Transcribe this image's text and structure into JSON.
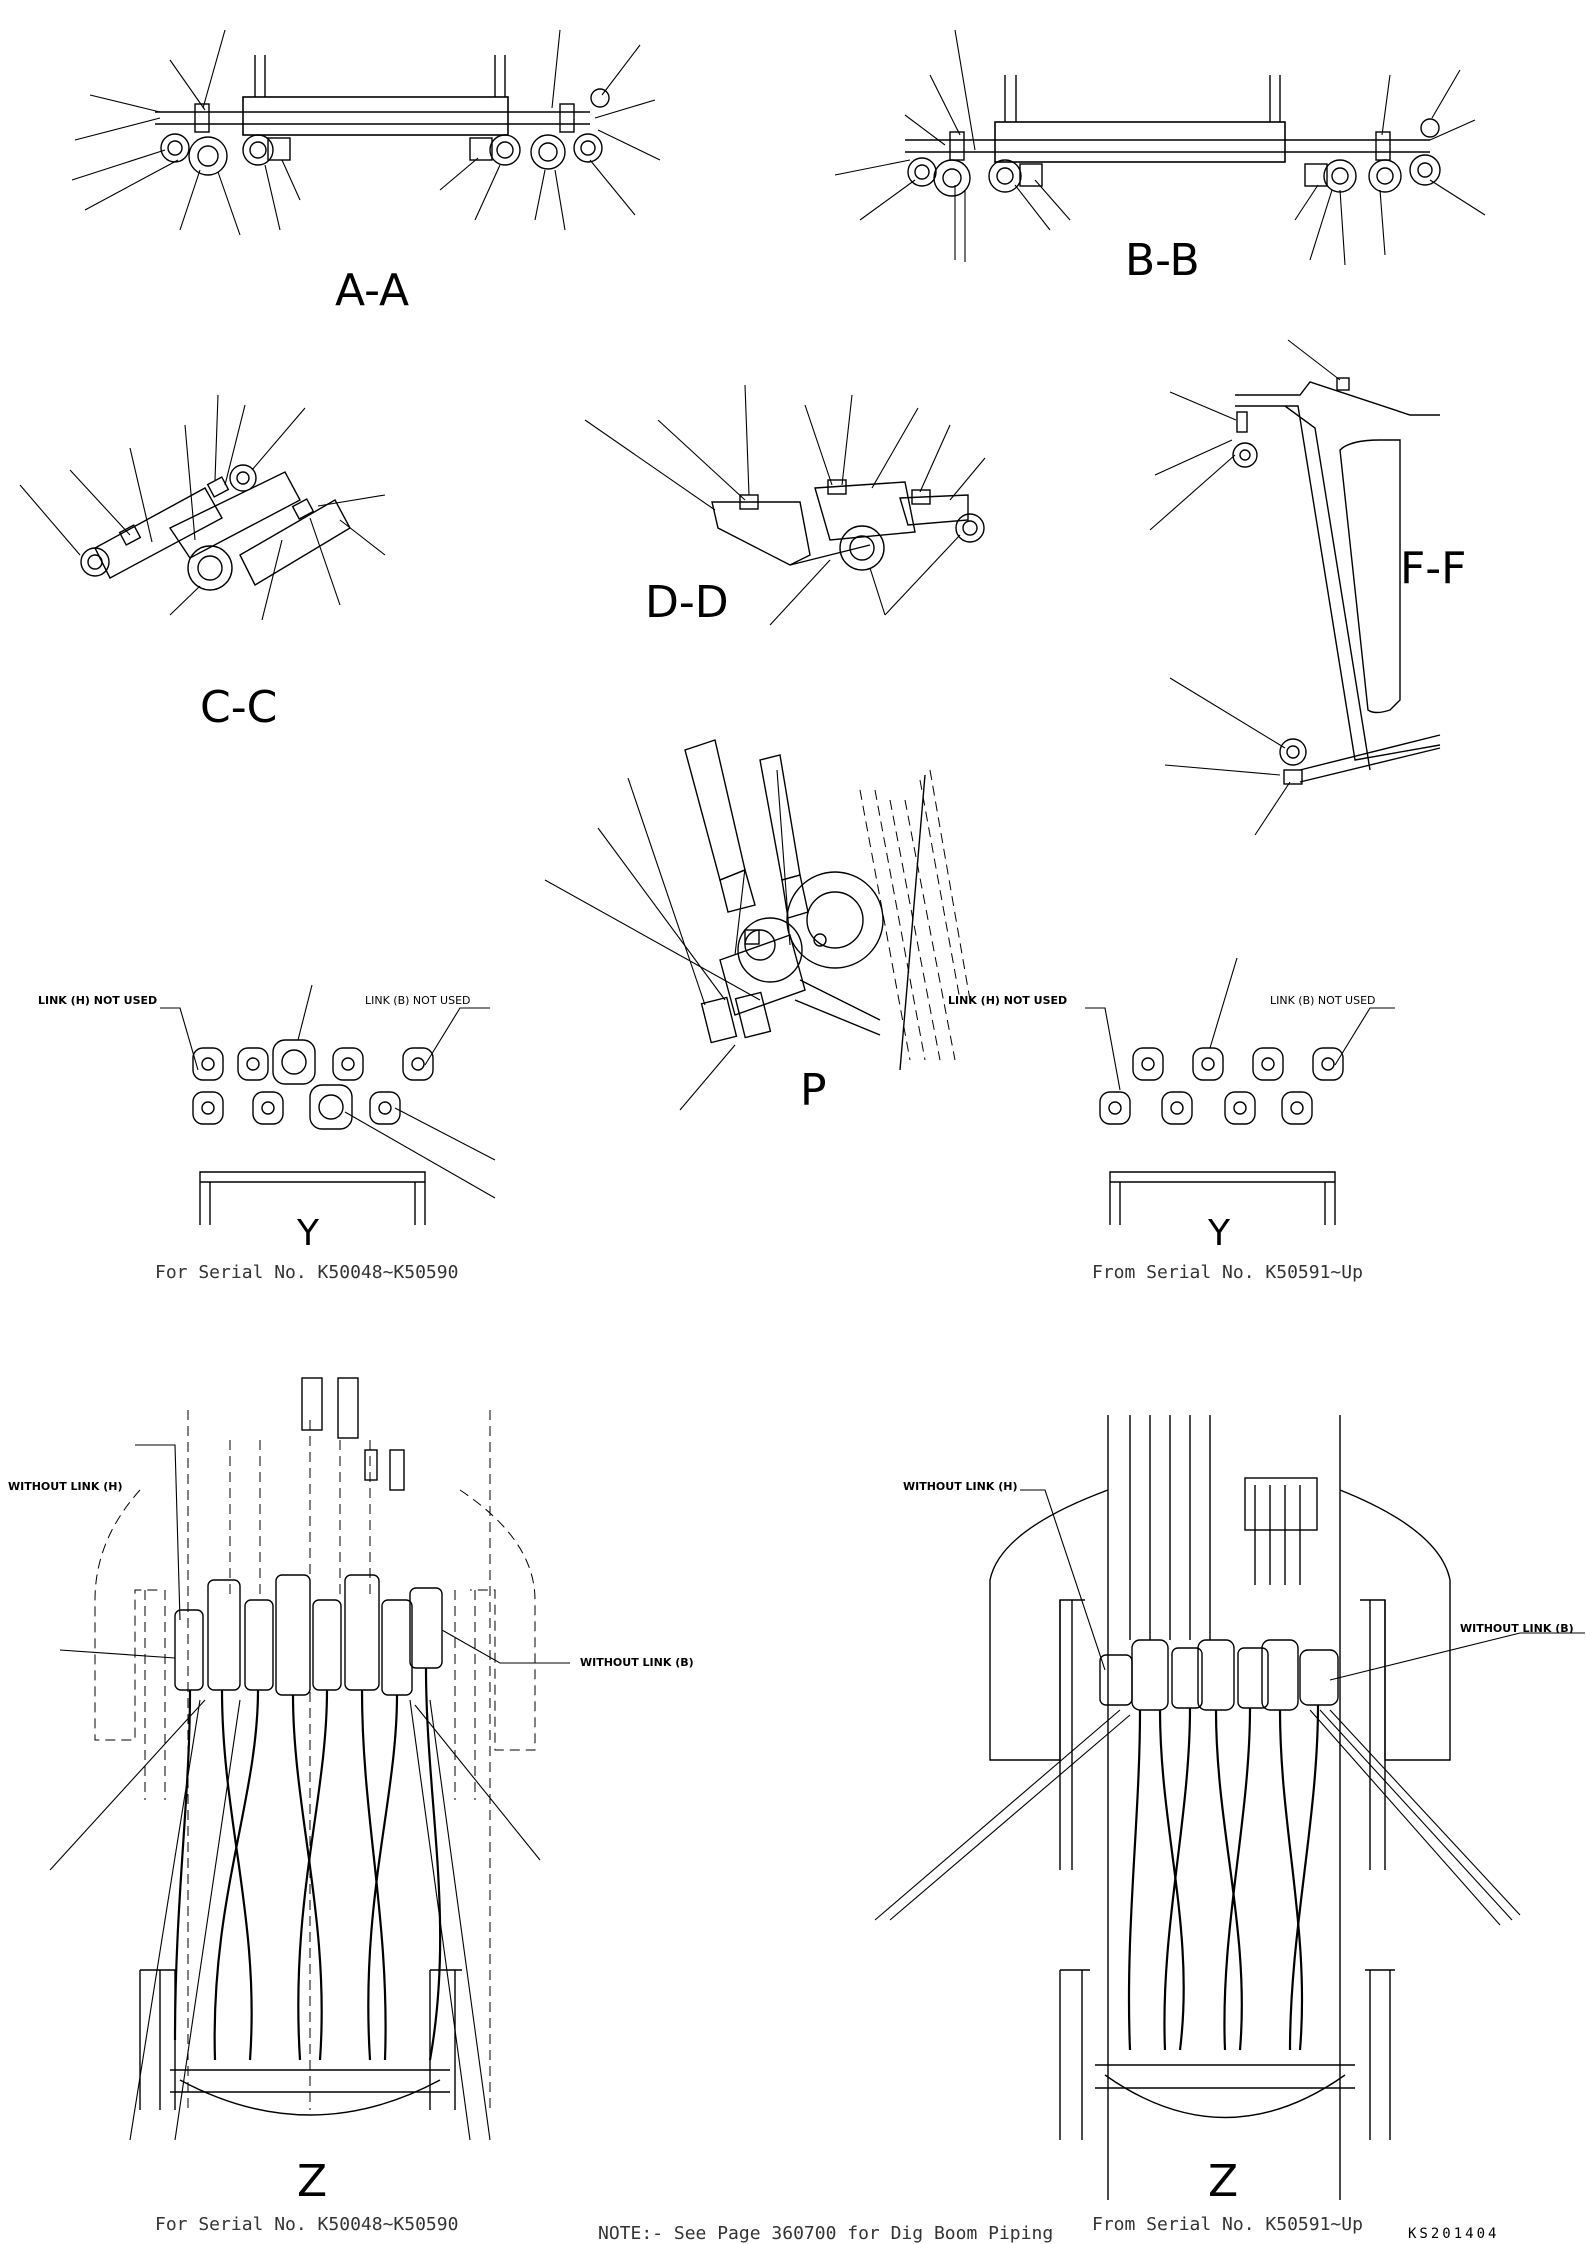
{
  "views": {
    "aa": "A-A",
    "bb": "B-B",
    "cc": "C-C",
    "dd": "D-D",
    "ff": "F-F",
    "p": "P",
    "y_left": "Y",
    "y_right": "Y",
    "z_left": "Z",
    "z_right": "Z"
  },
  "notes": {
    "link_h_not_used_left": "LINK (H) NOT USED",
    "link_b_not_used_left": "LINK (B) NOT USED",
    "link_h_not_used_right": "LINK (H) NOT USED",
    "link_b_not_used_right": "LINK (B) NOT USED",
    "without_link_h_left": "WITHOUT LINK (H)",
    "without_link_b_left": "WITHOUT LINK (B)",
    "without_link_h_right": "WITHOUT LINK (H)",
    "without_link_b_right": "WITHOUT LINK (B)"
  },
  "captions": {
    "y_left_serial": "For Serial No. K50048~K50590",
    "y_right_serial": "From Serial No. K50591~Up",
    "z_left_serial": "For Serial No. K50048~K50590",
    "z_right_serial": "From Serial No. K50591~Up",
    "footnote": "NOTE:- See Page 360700 for Dig Boom Piping",
    "drawing_code": "KS201404"
  }
}
